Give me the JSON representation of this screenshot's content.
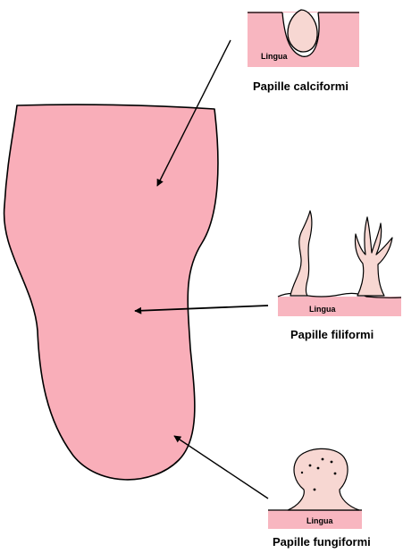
{
  "colors": {
    "tongue_fill": "#f9aeb9",
    "tissue_fill": "#f8b6c0",
    "papilla_fill": "#f7d7d2",
    "outline": "#000000"
  },
  "panels": {
    "calciformi": {
      "tissue_label": "Lingua",
      "caption": "Papille calciformi"
    },
    "filiformi": {
      "tissue_label": "Lingua",
      "caption": "Papille filiformi"
    },
    "fungiformi": {
      "tissue_label": "Lingua",
      "caption": "Papille fungiformi"
    }
  }
}
